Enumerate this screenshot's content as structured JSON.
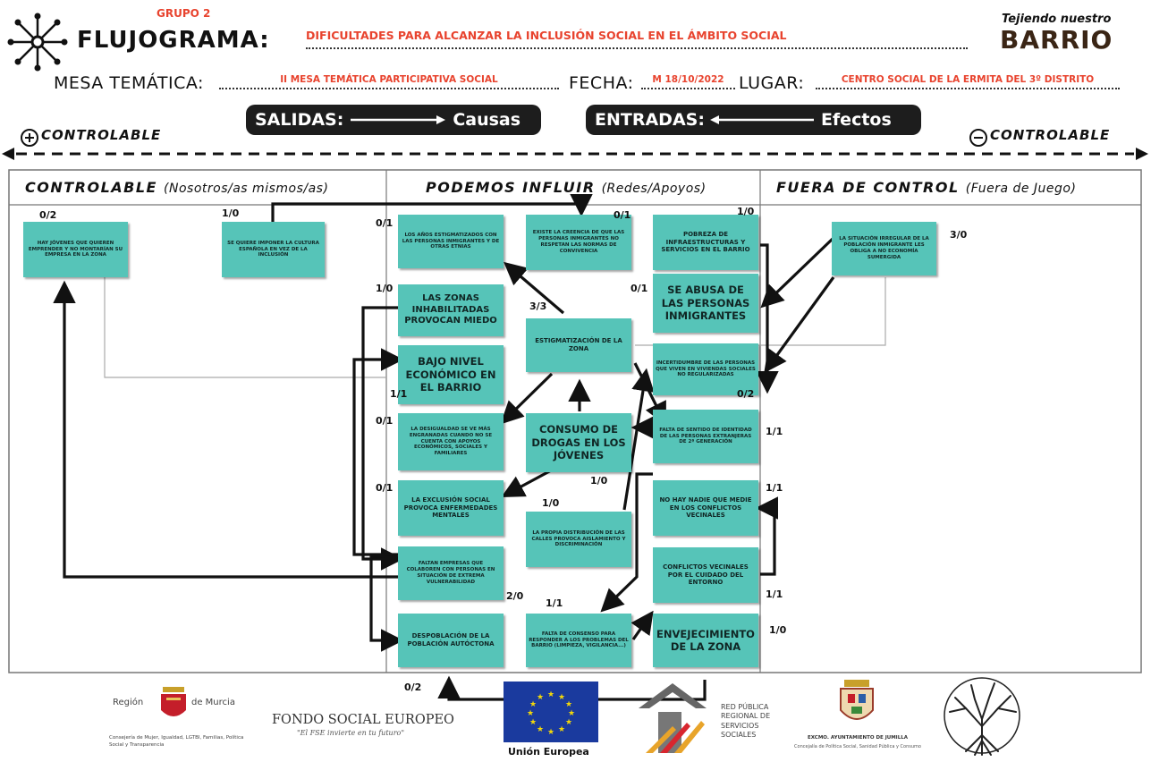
{
  "header": {
    "grupo": "GRUPO 2",
    "title": "FLUJOGRAMA:",
    "subtitle": "DIFICULTADES PARA ALCANZAR LA INCLUSIÓN SOCIAL EN EL ÁMBITO SOCIAL",
    "brand_top": "Tejiendo nuestro",
    "brand_main": "BARRIO",
    "mesa_label": "MESA TEMÁTICA:",
    "mesa_value": "II MESA TEMÁTICA PARTICIPATIVA SOCIAL",
    "fecha_label": "FECHA:",
    "fecha_value": "M 18/10/2022",
    "lugar_label": "LUGAR:",
    "lugar_value": "CENTRO SOCIAL DE LA ERMITA DEL 3º DISTRITO"
  },
  "legend": {
    "salidas_label": "SALIDAS:",
    "salidas_value": "Causas",
    "entradas_label": "ENTRADAS:",
    "entradas_value": "Efectos",
    "plus_controlable": "CONTROLABLE",
    "minus_controlable": "CONTROLABLE"
  },
  "columns": {
    "col1_title": "CONTROLABLE",
    "col1_sub": "(Nosotros/as mismos/as)",
    "col2_title": "PODEMOS INFLUIR",
    "col2_sub": "(Redes/Apoyos)",
    "col3_title": "FUERA DE CONTROL",
    "col3_sub": "(Fuera de Juego)"
  },
  "notes": {
    "n1": "HAY JÓVENES QUE QUIEREN EMPRENDER Y NO MONTARÍAN SU EMPRESA EN LA ZONA",
    "n2": "SE QUIERE IMPONER LA CULTURA ESPAÑOLA EN VEZ DE LA INCLUSIÓN",
    "n3": "LOS AÑOS ESTIGMATIZADOS CON LAS PERSONAS INMIGRANTES Y DE OTRAS ETNIAS",
    "n4": "EXISTE LA CREENCIA DE QUE LAS PERSONAS INMIGRANTES NO RESPETAN LAS NORMAS DE CONVIVENCIA",
    "n5": "POBREZA DE INFRAESTRUCTURAS Y SERVICIOS EN EL BARRIO",
    "n6": "LA SITUACIÓN IRREGULAR DE LA POBLACIÓN INMIGRANTE LES OBLIGA A NO ECONOMÍA SUMERGIDA",
    "n7": "LAS ZONAS INHABILITADAS PROVOCAN MIEDO",
    "n8": "SE ABUSA DE LAS PERSONAS INMIGRANTES",
    "n9": "ESTIGMATIZACIÓN DE LA ZONA",
    "n10": "BAJO NIVEL ECONÓMICO EN EL BARRIO",
    "n11": "INCERTIDUMBRE DE LAS PERSONAS QUE VIVEN EN VIVIENDAS SOCIALES NO REGULARIZADAS",
    "n12": "LA DESIGUALDAD SE VE MÁS ENGRANADAS CUANDO NO SE CUENTA CON APOYOS ECONÓMICOS, SOCIALES Y FAMILIARES",
    "n13": "CONSUMO DE DROGAS EN LOS JÓVENES",
    "n14": "FALTA DE SENTIDO DE IDENTIDAD DE LAS PERSONAS EXTRANJERAS DE 2ª GENERACIÓN",
    "n15": "LA EXCLUSIÓN SOCIAL PROVOCA ENFERMEDADES MENTALES",
    "n16": "NO HAY NADIE QUE MEDIE EN LOS CONFLICTOS VECINALES",
    "n17": "LA PROPIA DISTRIBUCIÓN DE LAS CALLES PROVOCA AISLAMIENTO Y DISCRIMINACIÓN",
    "n18": "FALTAN EMPRESAS QUE COLABOREN CON PERSONAS EN SITUACIÓN DE EXTREMA VULNERABILIDAD",
    "n19": "CONFLICTOS VECINALES POR EL CUIDADO DEL ENTORNO",
    "n20": "DESPOBLACIÓN DE LA POBLACIÓN AUTÓCTONA",
    "n21": "FALTA DE CONSENSO PARA RESPONDER A LOS PROBLEMAS DEL BARRIO (LIMPIEZA, VIGILANCIA...)",
    "n22": "ENVEJECIMIENTO DE LA ZONA"
  },
  "scores": {
    "s1": "0/2",
    "s2": "1/0",
    "s3": "0/1",
    "s4": "0/1",
    "s5": "1/0",
    "s6": "3/0",
    "s7": "1/0",
    "s8": "0/1",
    "s9": "3/3",
    "s10": "1/1",
    "s11": "0/2",
    "s12": "0/1",
    "s13": "1/0",
    "s14": "1/1",
    "s15": "0/1",
    "s16": "1/1",
    "s17": "1/0",
    "s18": "2/0",
    "s19": "1/1",
    "s20": "0/2",
    "s21": "1/1",
    "s22": "1/0"
  },
  "footer": {
    "region_a": "Región",
    "region_b": "de Murcia",
    "region_sub": "Consejería de Mujer, Igualdad, LGTBI, Familias, Política Social y Transparencia",
    "fse": "FONDO SOCIAL EUROPEO",
    "fse_sub": "\"El FSE invierte en tu futuro\"",
    "ue": "Unión Europea",
    "red": "RED PÚBLICA REGIONAL DE SERVICIOS SOCIALES",
    "jumilla": "EXCMO. AYUNTAMIENTO DE JUMILLA",
    "jumilla_sub": "Concejalía de Política Social, Sanidad Pública y Consumo"
  }
}
